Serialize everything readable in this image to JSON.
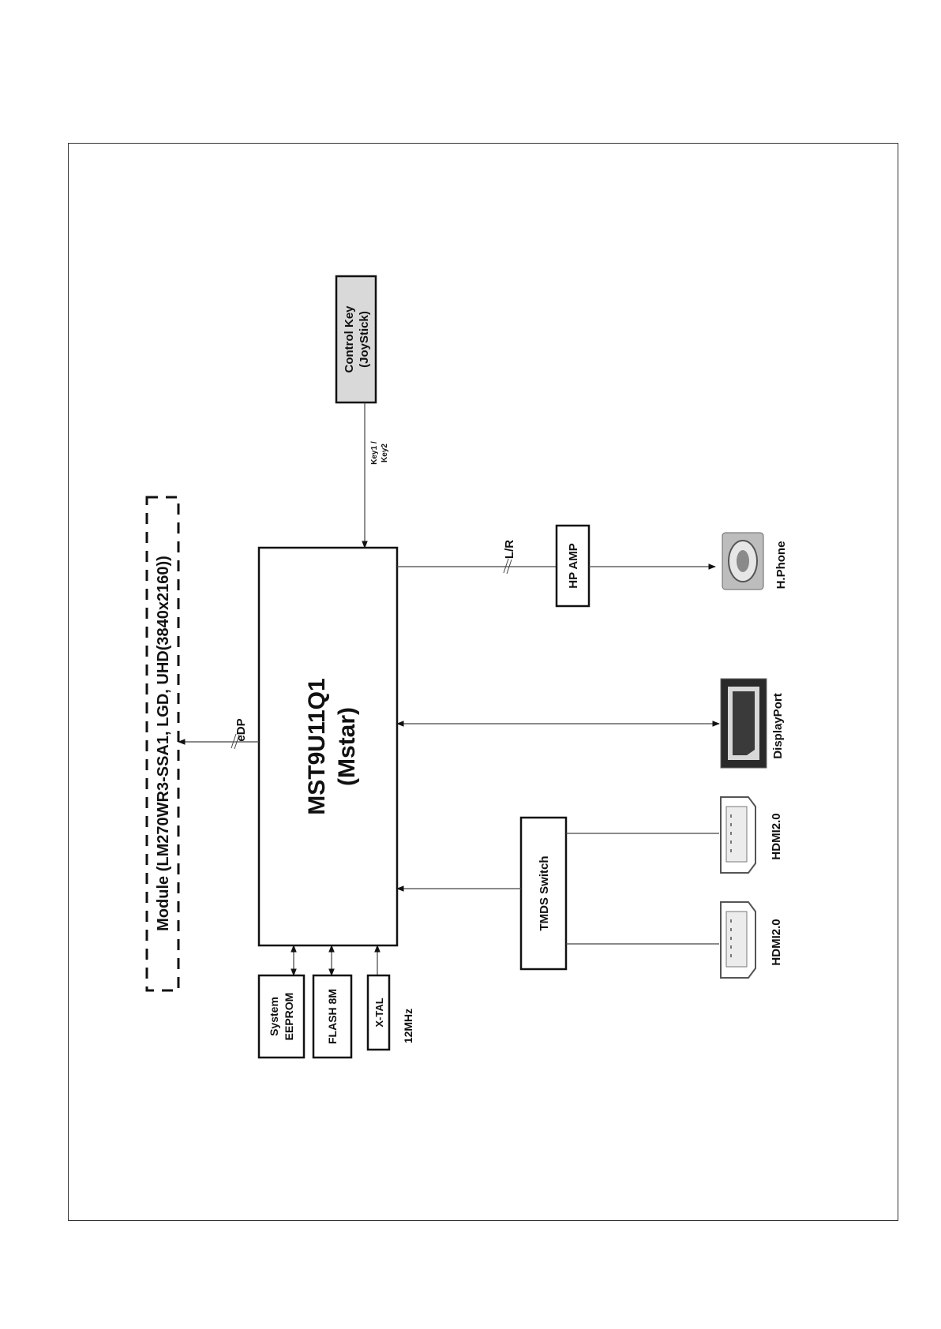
{
  "diagram": {
    "module": "Module (LM270WR3-SSA1, LGD, UHD(3840x2160))",
    "main_chip": {
      "line1": "MST9U11Q1",
      "line2": "(Mstar)"
    },
    "edp": "eDP",
    "control_key": {
      "line1": "Control Key",
      "line2": "(JoyStick)"
    },
    "key_label": {
      "line1": "Key1 /",
      "line2": "Key2"
    },
    "lr": "L/R",
    "hp_amp": "HP AMP",
    "hphone": "H.Phone",
    "displayport": "DisplayPort",
    "hdmi1": "HDMI2.0",
    "hdmi2": "HDMI2.0",
    "tmds": "TMDS Switch",
    "eeprom": {
      "line1": "System",
      "line2": "EEPROM"
    },
    "flash": "FLASH 8M",
    "xtal": "X-TAL",
    "xtal_freq": "12MHz"
  },
  "colors": {
    "control_key_fill": "#d9d9d9",
    "edp_text": "#1a6b2a"
  }
}
